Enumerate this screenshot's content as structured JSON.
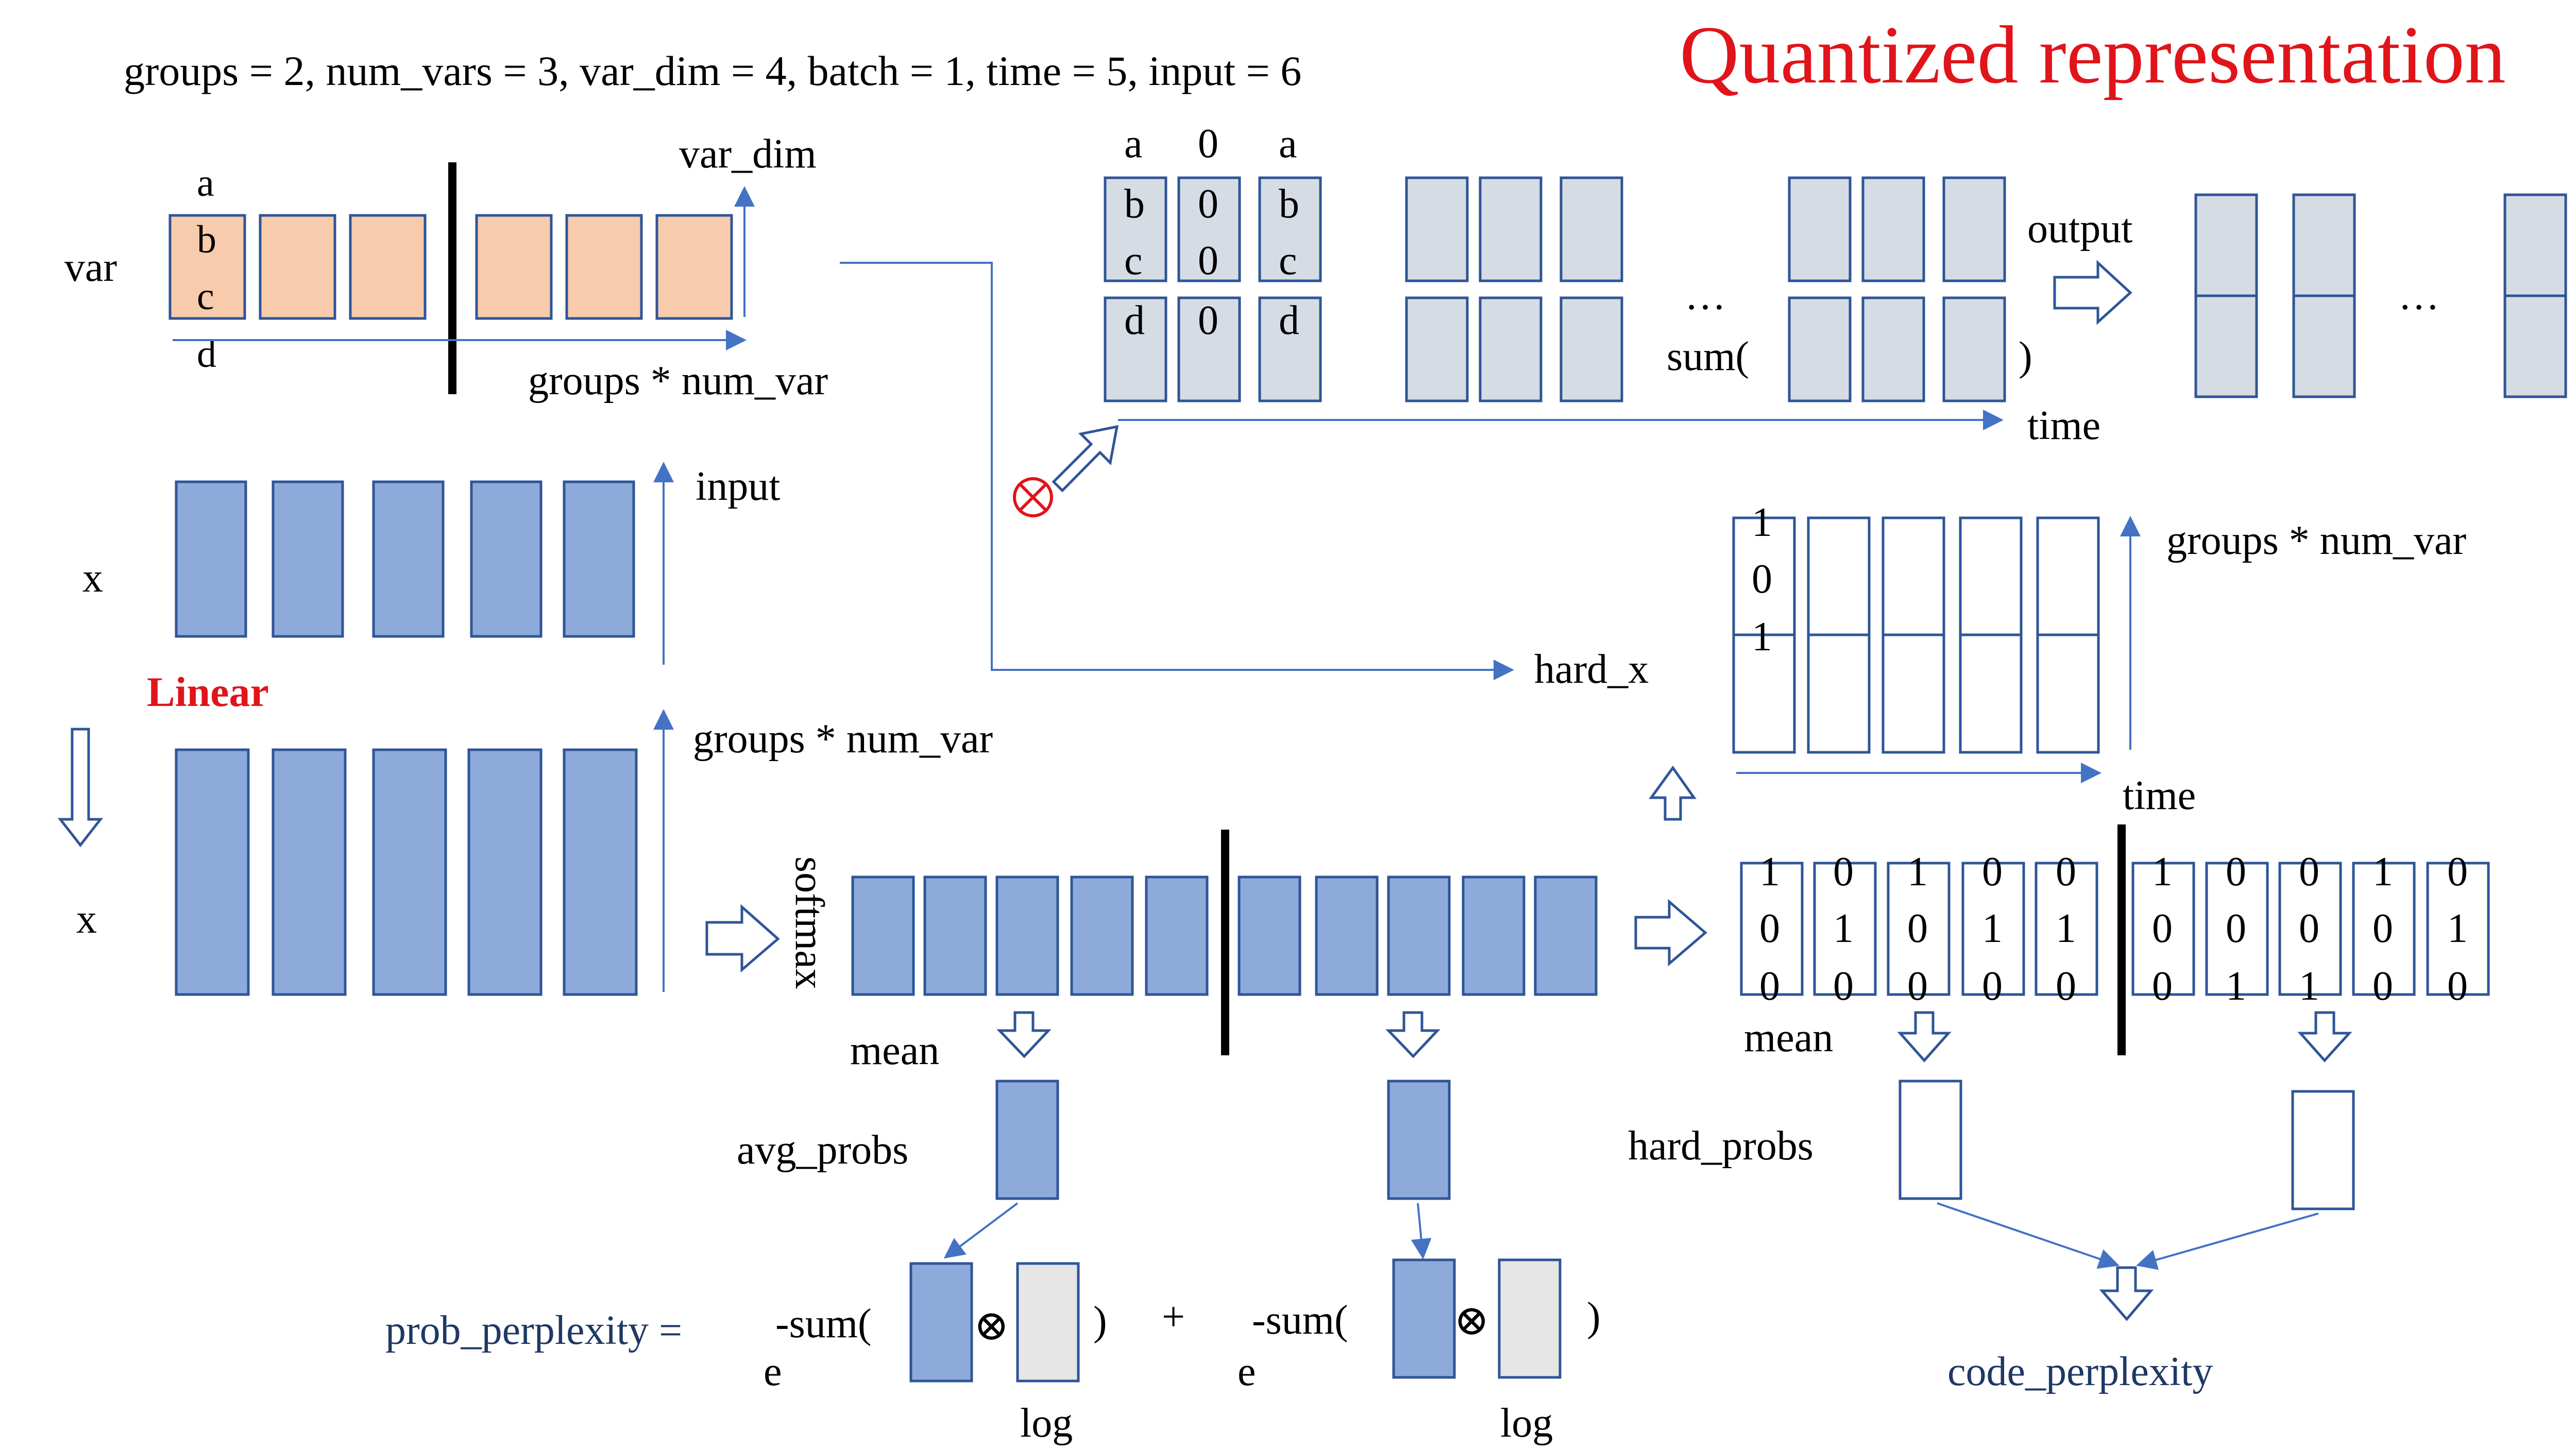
{
  "header": {
    "params": "groups = 2, num_vars = 3, var_dim = 4, batch = 1, time = 5, input = 6",
    "title": "Quantized representation"
  },
  "var_section": {
    "row_label": "var",
    "cell_labels": [
      "a",
      "b",
      "c",
      "d"
    ],
    "axis_up": "var_dim",
    "axis_right": "groups * num_var"
  },
  "codebook": {
    "col_labels": [
      "a",
      "0",
      "a"
    ],
    "col1": [
      "b",
      "c",
      "d"
    ],
    "col2": [
      "0",
      "0",
      "0"
    ],
    "col3": [
      "b",
      "c",
      "d"
    ],
    "ellipsis": "…",
    "sum_open": "sum(",
    "sum_close": ")",
    "output_label": "output",
    "output_ellipsis": "…",
    "time_label": "time"
  },
  "input_section": {
    "row_label": "x",
    "axis_label": "input",
    "linear_label": "Linear"
  },
  "linear_output": {
    "row_label": "x",
    "axis_label": "groups * num_var"
  },
  "softmax": {
    "label": "softmax",
    "mean_label": "mean"
  },
  "avg": {
    "label": "avg_probs"
  },
  "prob_perplexity": {
    "label": "prob_perplexity =",
    "base": "e",
    "neg_sum": "-sum(",
    "close": ")",
    "plus": "+",
    "log": "log",
    "otimes": "⊗"
  },
  "hard_x": {
    "label": "hard_x",
    "first_col_digits": [
      "1",
      "0",
      "1"
    ],
    "axis_up": "groups * num_var",
    "axis_right": "time"
  },
  "onehot": {
    "digits": [
      [
        "1",
        "0",
        "0"
      ],
      [
        "0",
        "1",
        "0"
      ],
      [
        "1",
        "0",
        "0"
      ],
      [
        "0",
        "1",
        "0"
      ],
      [
        "0",
        "1",
        "0"
      ],
      [
        "1",
        "0",
        "0"
      ],
      [
        "0",
        "0",
        "1"
      ],
      [
        "0",
        "0",
        "1"
      ],
      [
        "1",
        "0",
        "0"
      ],
      [
        "0",
        "1",
        "0"
      ]
    ],
    "mean_label": "mean"
  },
  "hard_probs": {
    "label": "hard_probs"
  },
  "code_perplexity": {
    "label": "code_perplexity"
  },
  "multiply_symbol": "⊗",
  "colors": {
    "accent_red": "#e0141a",
    "cell_blue": "#8eaadb",
    "cell_blue_border": "#2f5597",
    "cell_orange": "#f8cbad",
    "cell_grey_blue": "#d6dce4",
    "cell_light_grey": "#e7e6e6",
    "arrow_blue": "#4472c4",
    "label_dark_blue": "#1f3864",
    "bar_black": "#000000"
  }
}
